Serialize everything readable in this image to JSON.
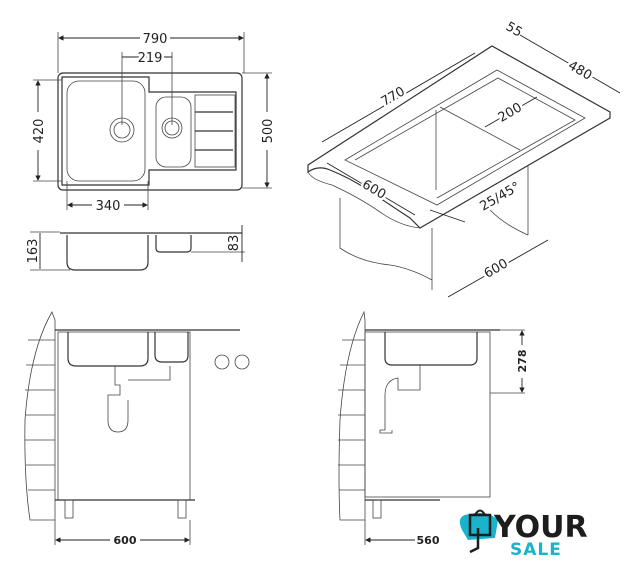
{
  "top_view": {
    "overall_width": "790",
    "bowl_centers": "219",
    "bowl_depth": "420",
    "overall_depth": "500",
    "main_bowl_width": "340"
  },
  "side_view": {
    "main_bowl_height": "163",
    "small_bowl_height": "83"
  },
  "iso_view": {
    "cutout_length": "770",
    "rim": "55",
    "cutout_depth": "480",
    "offset": "200",
    "counter_depth": "600",
    "edge": "25/45°",
    "cabinet_width": "600"
  },
  "install_front": {
    "cabinet_width": "600"
  },
  "install_side": {
    "height": "278",
    "cabinet_depth": "560"
  },
  "logo": {
    "line1": "YOUR",
    "line2": "SALE",
    "colors": {
      "accent": "#1bb3cc",
      "dark": "#1d1d1d"
    }
  }
}
